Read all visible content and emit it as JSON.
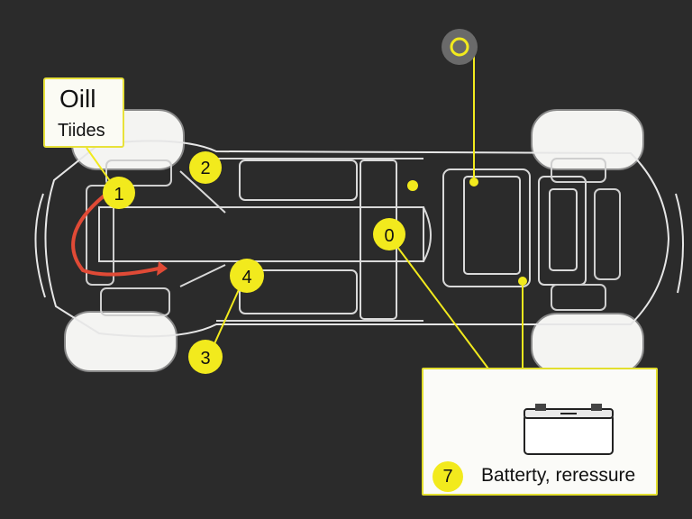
{
  "label_box": {
    "title": "Oill",
    "subtitle": "Tiides"
  },
  "markers": [
    {
      "id": "1",
      "label": "1"
    },
    {
      "id": "2",
      "label": "2"
    },
    {
      "id": "3",
      "label": "3"
    },
    {
      "id": "4",
      "label": "4"
    },
    {
      "id": "0",
      "label": "0"
    }
  ],
  "battery_panel": {
    "badge": "7",
    "caption": "Batterty, reressure"
  },
  "colors": {
    "background": "#2b2b2b",
    "line": "#e6e6e6",
    "accent": "#f2ea1d",
    "oil_arrow": "#e04a36"
  }
}
